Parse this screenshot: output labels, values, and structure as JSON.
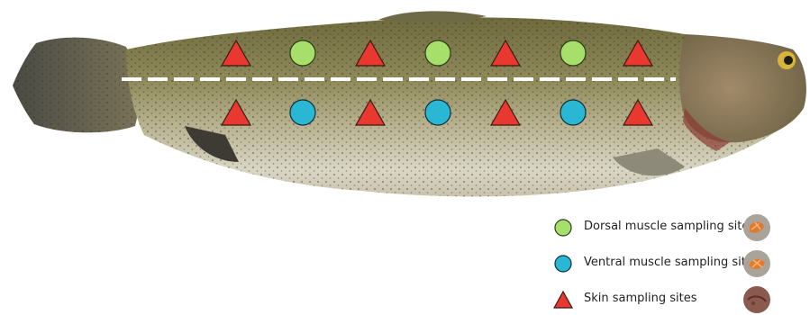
{
  "legend": {
    "dorsal": {
      "label": "Dorsal muscle sampling sites",
      "color": "#a6e06a",
      "icon": "green-circle"
    },
    "ventral": {
      "label": "Ventral muscle sampling sites",
      "color": "#29b7d3",
      "icon": "blue-circle"
    },
    "skin": {
      "label": "Skin sampling sites",
      "color": "#e8382f",
      "icon": "red-triangle"
    }
  },
  "photo": {
    "subject": "fish-photo"
  }
}
